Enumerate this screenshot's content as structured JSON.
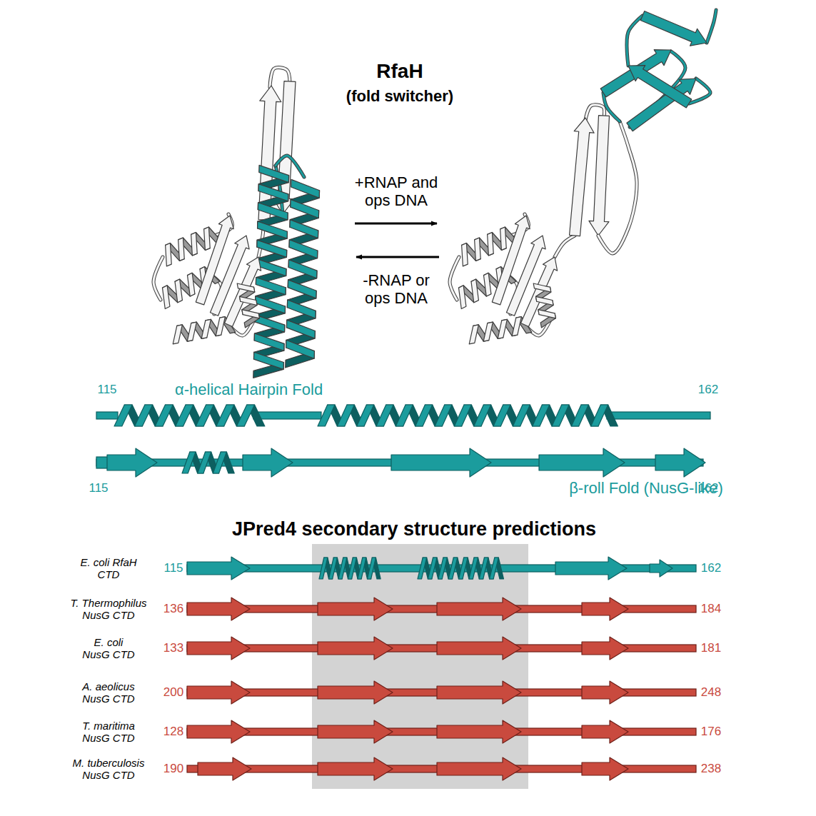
{
  "diagram": {
    "title": "RfaH",
    "labels": [
      "(fold switcher)",
      "+RNAP and ops DNA",
      "-RNAP or ops DNA",
      "115",
      "α-helical Hairpin Fold",
      "162",
      "115",
      "β-roll Fold (NusG-like)",
      "162",
      "JPred4 secondary structure predictions",
      "E. coli RfaH CTD",
      "115",
      "162",
      "T. Thermophilus NusG CTD",
      "136",
      "184",
      "E. coli NusG CTD",
      "133",
      "181",
      "A. aeolicus NusG CTD",
      "200",
      "248",
      "T. maritima NusG CTD",
      "128",
      "176",
      "M. tuberculosis NusG CTD",
      "190",
      "238"
    ]
  }
}
